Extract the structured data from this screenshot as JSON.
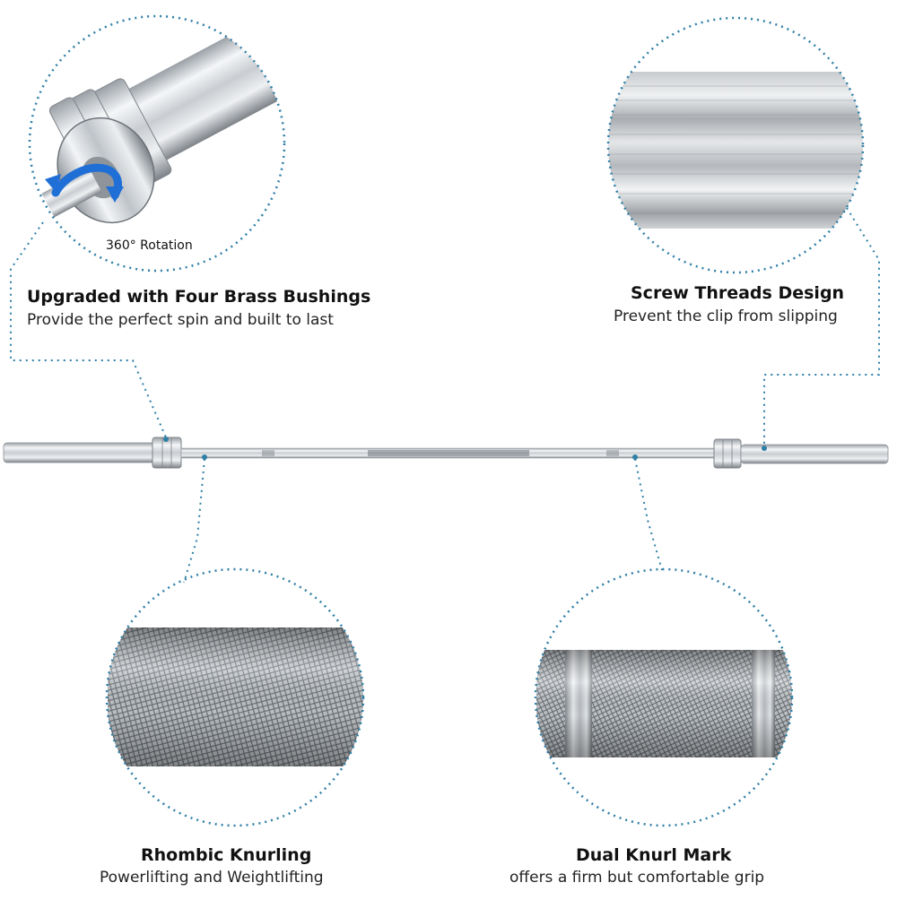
{
  "features": {
    "bushings": {
      "title": "Upgraded with Four Brass Bushings",
      "subtitle": "Provide the perfect spin and built to last",
      "rotation_label": "360° Rotation"
    },
    "threads": {
      "title": "Screw Threads Design",
      "subtitle": "Prevent the clip from slipping"
    },
    "knurling": {
      "title": "Rhombic Knurling",
      "subtitle": "Powerlifting and Weightlifting"
    },
    "knurl_mark": {
      "title": "Dual Knurl Mark",
      "subtitle": "offers a firm but comfortable grip"
    }
  },
  "colors": {
    "dotted_line": "#2f7fa6",
    "arrow": "#1f6fd6",
    "chrome_light": "#f4f6f8",
    "chrome_dark": "#8a9096"
  }
}
